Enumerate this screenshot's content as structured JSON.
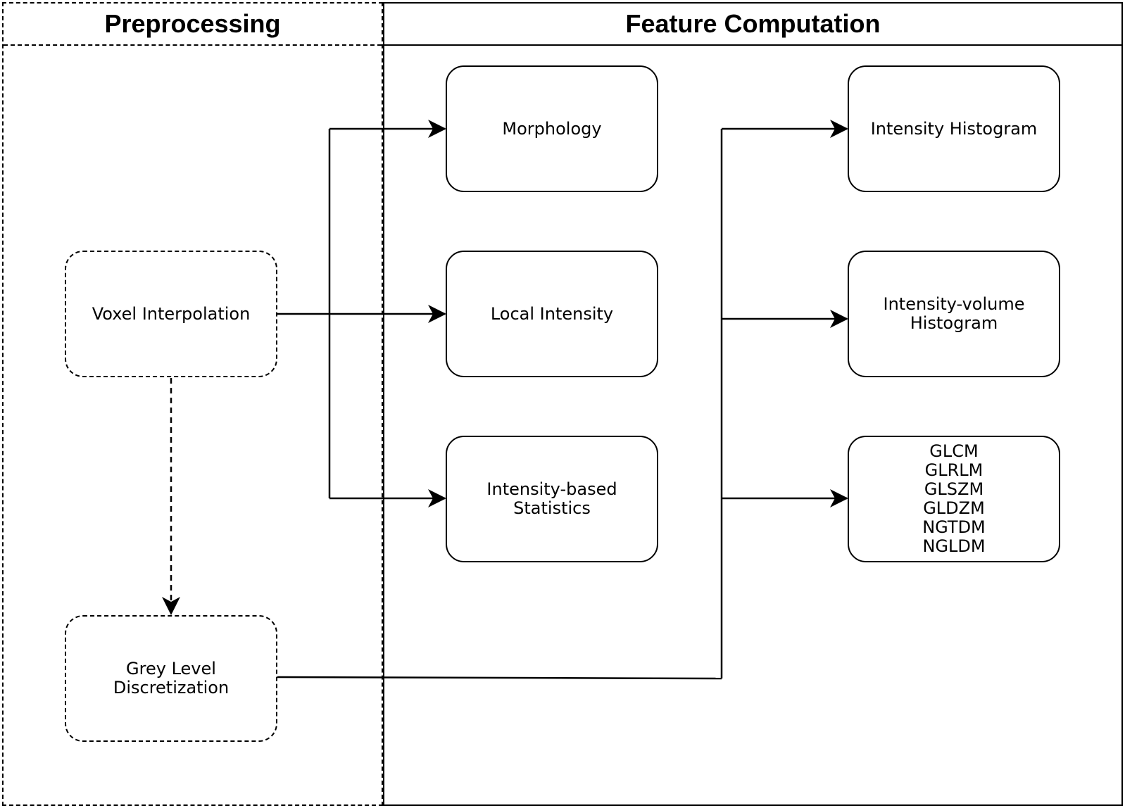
{
  "lanes": {
    "preprocessing": "Preprocessing",
    "feature_computation": "Feature Computation"
  },
  "preprocessing_nodes": {
    "voxel_interpolation": [
      "Voxel Interpolation"
    ],
    "grey_level_discretization": [
      "Grey Level",
      "Discretization"
    ]
  },
  "feature_nodes": {
    "morphology": [
      "Morphology"
    ],
    "local_intensity": [
      "Local Intensity"
    ],
    "intensity_statistics": [
      "Intensity-based",
      "Statistics"
    ],
    "intensity_histogram": [
      "Intensity Histogram"
    ],
    "intensity_volume_histogram": [
      "Intensity-volume",
      "Histogram"
    ],
    "texture_matrices": [
      "GLCM",
      "GLRLM",
      "GLSZM",
      "GLDZM",
      "NGTDM",
      "NGLDM"
    ]
  }
}
